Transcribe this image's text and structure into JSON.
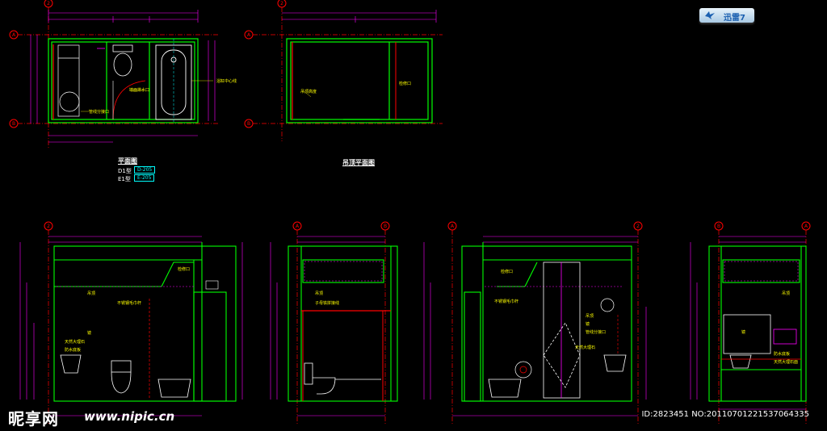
{
  "plan": {
    "title": "平面图",
    "d1_label": "D1型",
    "d1_ref": "D-205",
    "e1_label": "E1型",
    "e1_ref": "E-205",
    "callouts": [
      "墙面排水口",
      "浴缸中心线",
      "管线分接口"
    ]
  },
  "ceiling": {
    "title": "吊顶平面图",
    "callouts": [
      "吊顶高度",
      "检修口"
    ]
  },
  "elevations": {
    "callouts": [
      "吊顶",
      "不锈钢毛巾杆",
      "镜",
      "天然大理石",
      "防水底板",
      "检修口",
      "管线分接口",
      "子母铁拼接线",
      "天然大理石面"
    ]
  },
  "grid_bubbles": [
    "2",
    "A",
    "B"
  ],
  "badge": {
    "text": "迅雷7"
  },
  "watermark": {
    "brand": "昵享网",
    "url": "www.nipic.cn"
  },
  "image_id": "ID:2823451 NO:20110701221537064335",
  "colors": {
    "background": "#000000",
    "wall": "#00ff00",
    "dimension": "#ff00ff",
    "text": "#ffff00",
    "fixture": "#ffffff",
    "accent": "#ff0000",
    "cyan": "#00ffff"
  }
}
